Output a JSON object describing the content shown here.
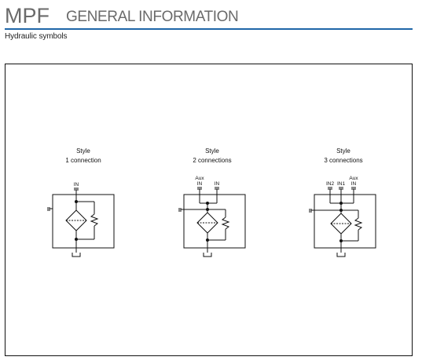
{
  "header": {
    "title_main": "MPF",
    "title_sub": "GENERAL INFORMATION",
    "subtitle": "Hydraulic symbols"
  },
  "colors": {
    "rule": "#1f66a8",
    "title": "#6a6a6a"
  },
  "diagrams": [
    {
      "caption_line1": "Style",
      "caption_line2": "1 connection",
      "ports": [
        "IN"
      ]
    },
    {
      "caption_line1": "Style",
      "caption_line2": "2 connections",
      "ports": [
        "Aux",
        "IN",
        "IN"
      ]
    },
    {
      "caption_line1": "Style",
      "caption_line2": "3 connections",
      "ports": [
        "IN2",
        "IN1",
        "Aux",
        "IN"
      ]
    }
  ]
}
